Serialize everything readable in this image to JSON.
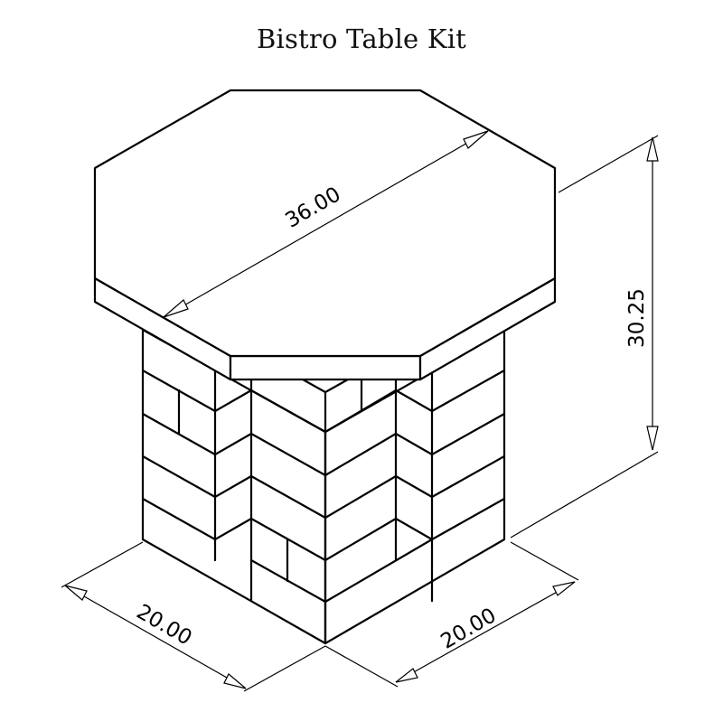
{
  "title": "Bistro Table Kit",
  "dimensions": {
    "top_diameter": "36.00",
    "height": "30.25",
    "base_left": "20.00",
    "base_right": "20.00"
  }
}
